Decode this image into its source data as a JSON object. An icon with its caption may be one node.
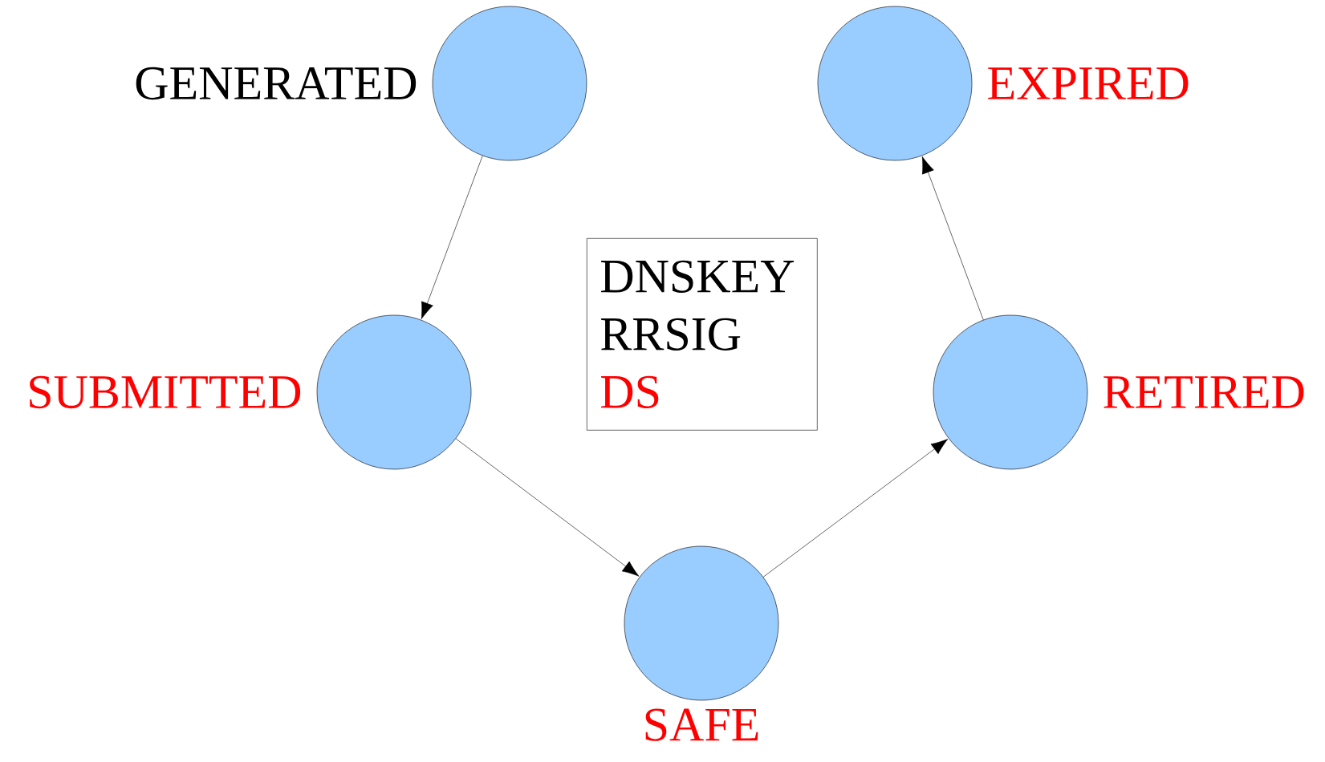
{
  "diagram": {
    "nodes": [
      {
        "text": [],
        "shape": "circle",
        "beside": [
          "GENERATED"
        ]
      },
      {
        "text": [],
        "shape": "circle",
        "beside": [
          "SUBMITTED"
        ]
      },
      {
        "text": [],
        "shape": "circle",
        "beside": [
          "SAFE"
        ]
      },
      {
        "text": [],
        "shape": "circle",
        "beside": [
          "RETIRED"
        ]
      },
      {
        "text": [],
        "shape": "circle",
        "beside": [
          "EXPIRED"
        ]
      },
      {
        "text": [
          "DNSKEY",
          "RRSIG",
          "DS"
        ]
      }
    ],
    "edges": [
      {
        "from": 0,
        "to": 1,
        "arrow": "to"
      },
      {
        "from": 1,
        "to": 2,
        "arrow": "to"
      },
      {
        "from": 2,
        "to": 3,
        "arrow": "to"
      },
      {
        "from": 3,
        "to": 4,
        "arrow": "to"
      }
    ]
  }
}
